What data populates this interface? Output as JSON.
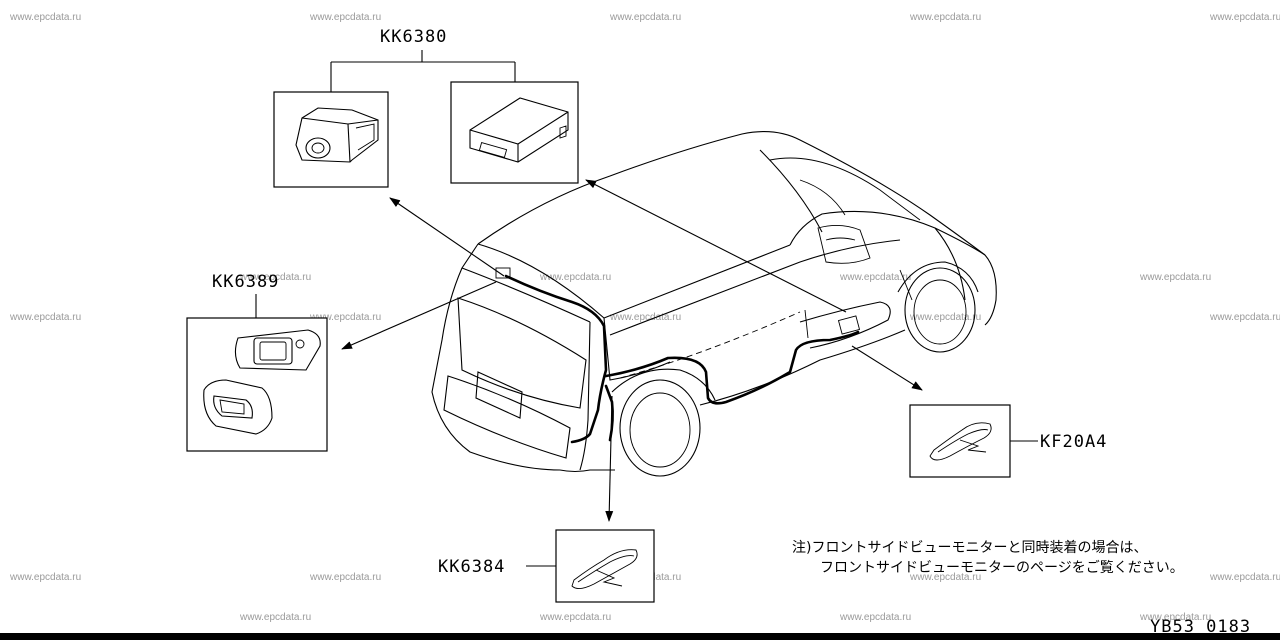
{
  "watermark": "www.epcdata.ru",
  "parts": {
    "camera_set": "KK6380",
    "garnish": "KK6389",
    "harness_front": "KF20A4",
    "harness_rear": "KK6384"
  },
  "note": {
    "line1": "注)フロントサイドビューモニターと同時装着の場合は、",
    "line2": "フロントサイドビューモニターのページをご覧ください。"
  },
  "figure_code": "YB53 0183"
}
